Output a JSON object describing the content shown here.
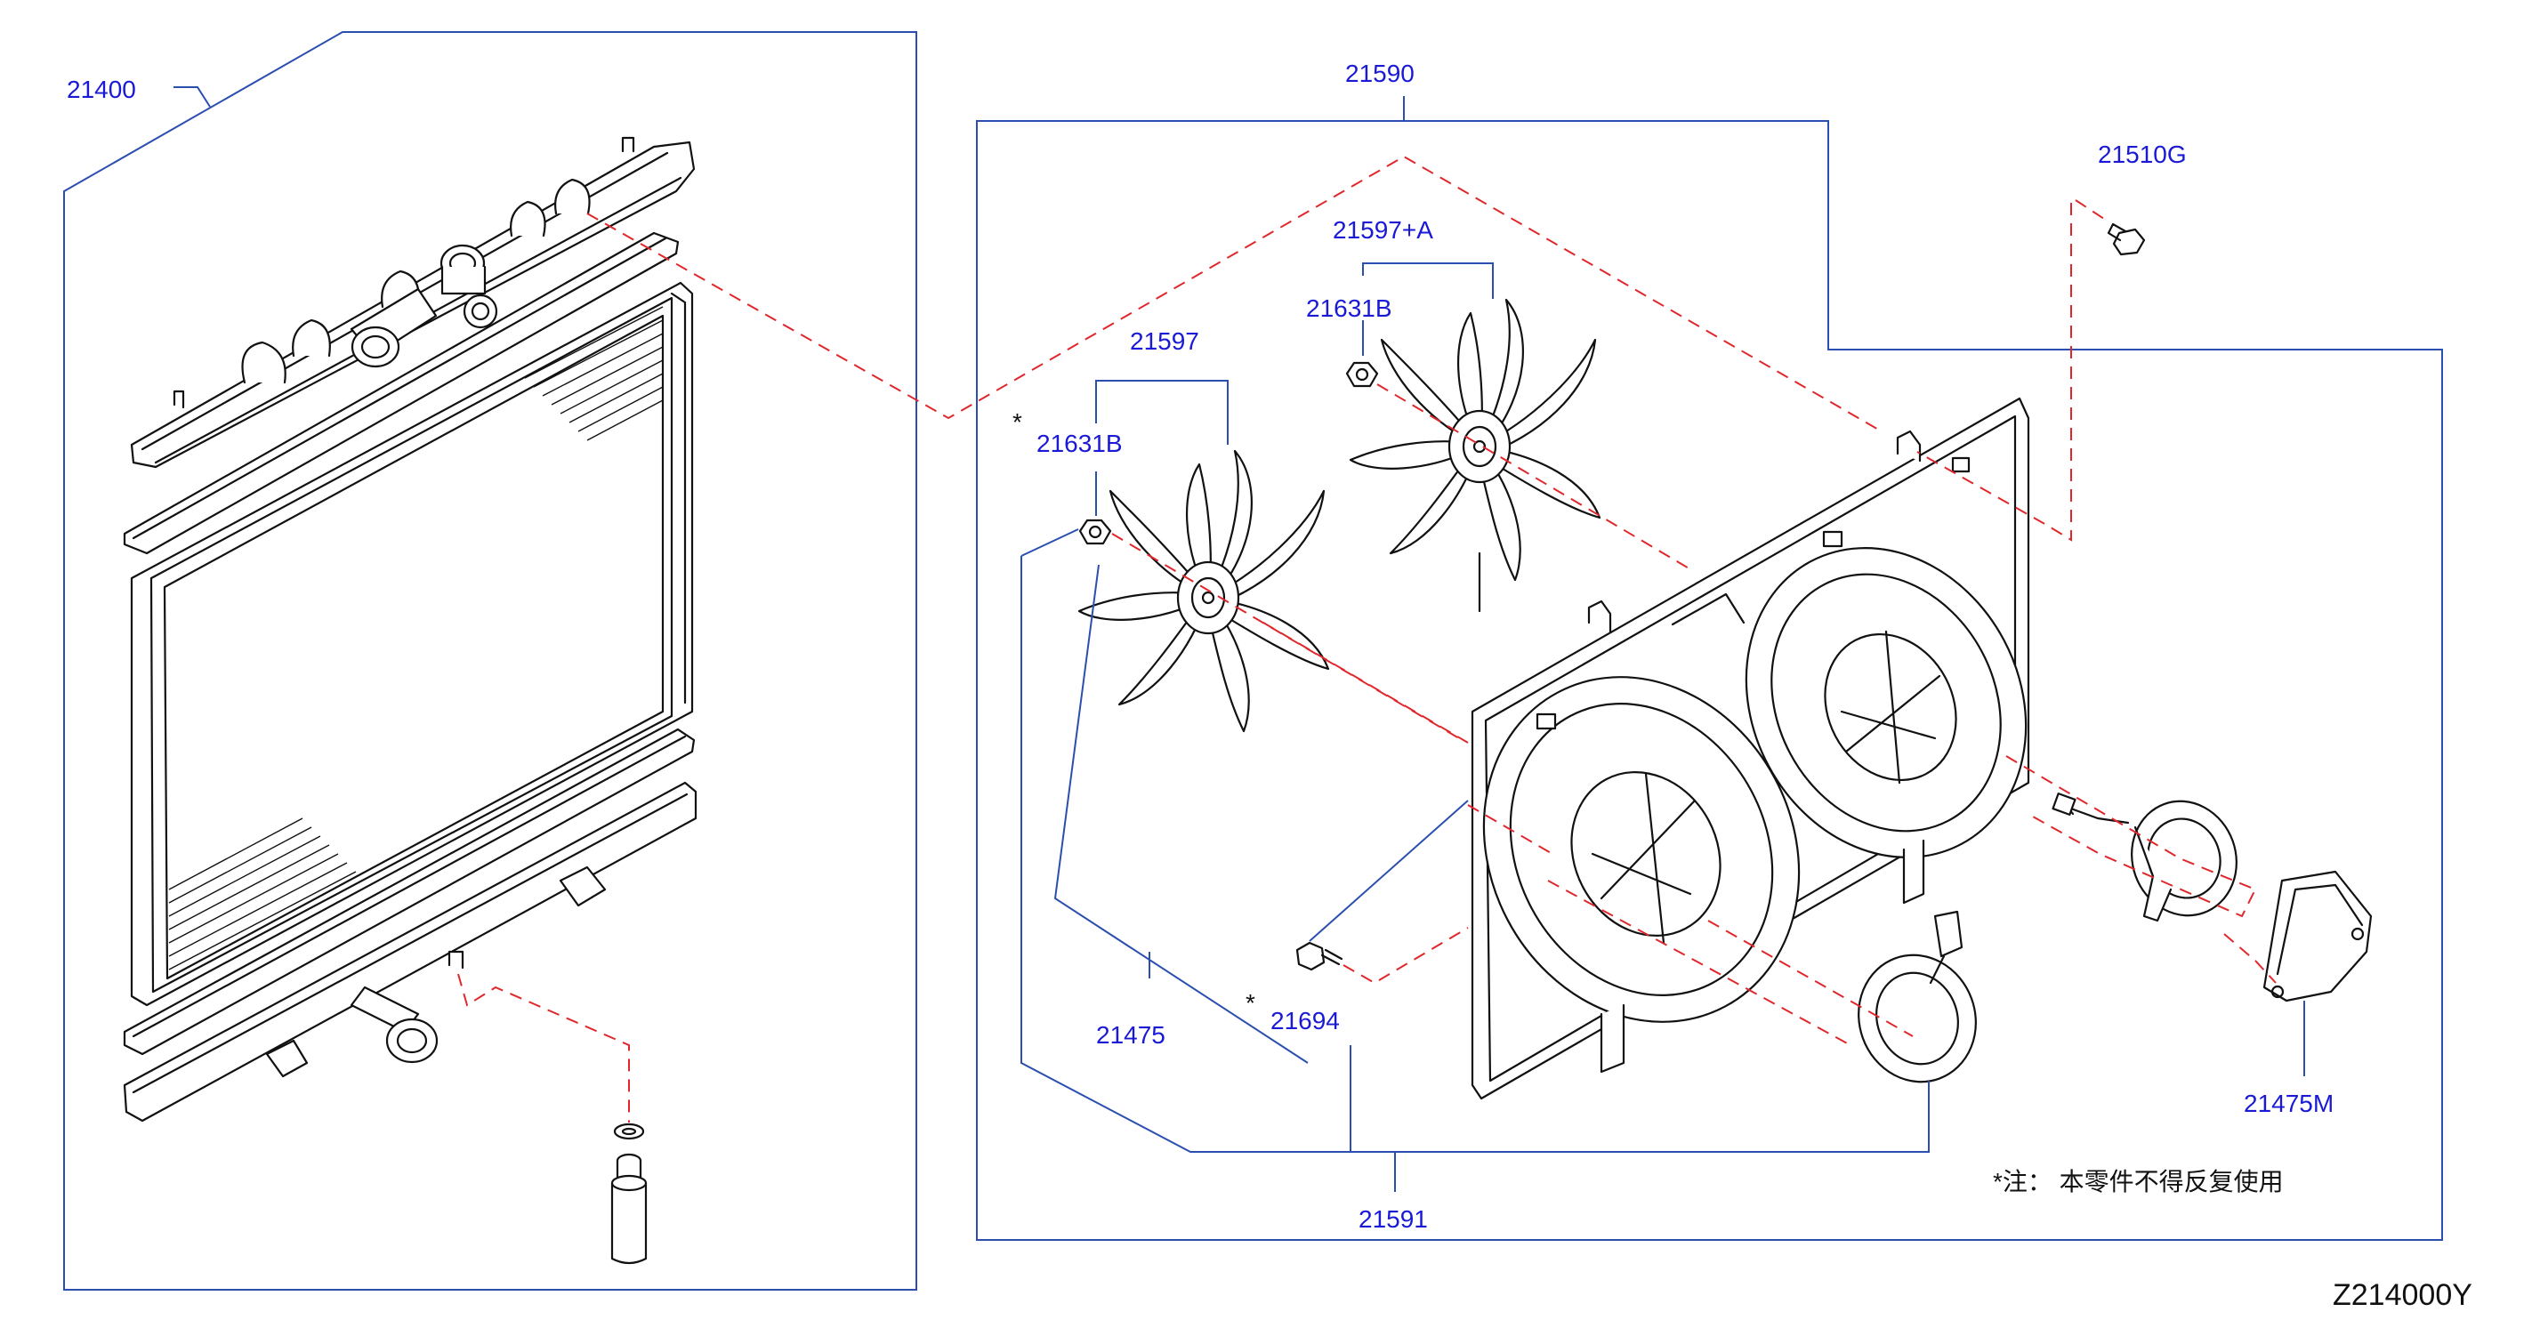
{
  "labels": {
    "p21400": "21400",
    "p21590": "21590",
    "p21510G": "21510G",
    "p21597A": "21597+A",
    "p21631B_top": "21631B",
    "p21597": "21597",
    "p21631B_left": "21631B",
    "p21475": "21475",
    "p21694": "21694",
    "p21475M": "21475M",
    "p21591": "21591"
  },
  "asterisks": {
    "a1": "*",
    "a2": "*"
  },
  "note": "*注：  本零件不得反复使用",
  "diagram_code": "Z214000Y"
}
